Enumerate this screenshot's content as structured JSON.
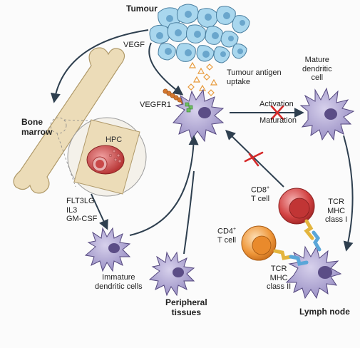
{
  "labels": {
    "tumour": "Tumour",
    "vegf": "VEGF",
    "tumour_antigen_uptake": "Tumour antigen\nuptake",
    "vegfr1": "VEGFR1",
    "mature_dendritic_cell": "Mature\ndendritic\ncell",
    "activation": "Activation",
    "maturation": "Maturation",
    "bone_marrow": "Bone\nmarrow",
    "hpc": "HPC",
    "cytokines": "FLT3LG\nIL3\nGM-CSF",
    "cd8_prefix": "CD8",
    "cd8_suffix": "T cell",
    "cd4_prefix": "CD4",
    "cd4_suffix": "T cell",
    "superscript_plus": "+",
    "tcr_mhc_i": "TCR\nMHC\nclass I",
    "tcr_mhc_ii": "TCR\nMHC\nclass II",
    "immature_dendritic_cells": "Immature\ndendritic cells",
    "peripheral_tissues": "Peripheral\ntissues",
    "lymph_node": "Lymph node"
  },
  "colors": {
    "tumour_cell_fill": "#a9d7ee",
    "tumour_cell_stroke": "#4a7fa0",
    "tumour_nucleus": "#7fb7d8",
    "dendritic_fill": "#b7afd6",
    "dendritic_stroke": "#55487f",
    "dendritic_nucleus": "#5b4d86",
    "bone_fill": "#ecdcb8",
    "bone_stroke": "#b09a6a",
    "hpc_fill": "#c94848",
    "cd8_fill": "#d94a4a",
    "cd4_fill": "#f09a3e",
    "inhibit_red": "#d62a2a",
    "arrow_color": "#2e3f4f",
    "antigen_orange": "#e89a3a",
    "vegf_bead": "#d4772e"
  },
  "icons": {
    "inhibit_marks": [
      "red-x-icon",
      "red-bar-icon"
    ]
  }
}
